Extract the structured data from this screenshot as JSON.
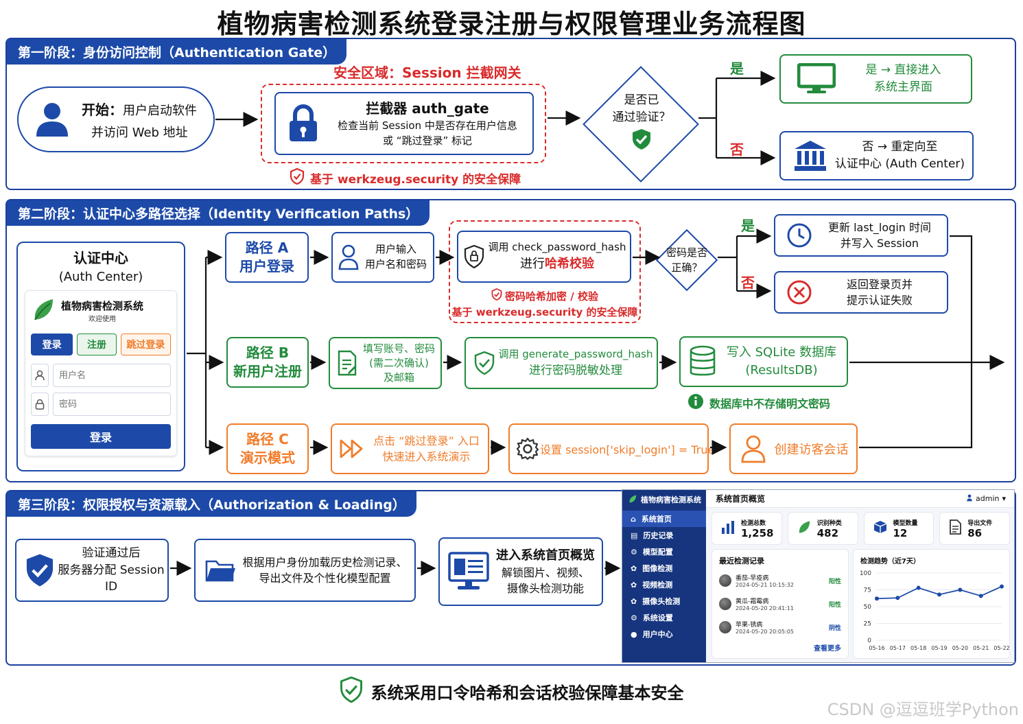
{
  "title": "植物病害检测系统登录注册与权限管理业务流程图",
  "stage1": {
    "header": "第一阶段：身份访问控制（Authentication Gate）",
    "start_bold": "开始：",
    "start_line1": "用户启动软件",
    "start_line2": "并访问 Web 地址",
    "zone_label": "安全区域：Session 拦截网关",
    "gate_title": "拦截器   auth_gate",
    "gate_line1": "检查当前 Session 中是否存在用户信息",
    "gate_line2": "或 “跳过登录” 标记",
    "gate_note": "基于 werkzeug.security 的安全保障",
    "decision_line1": "是否已",
    "decision_line2": "通过验证？",
    "yes": "是",
    "no": "否",
    "yes_line1": "是 → 直接进入",
    "yes_line2": "系统主界面",
    "no_line1": "否 → 重定向至",
    "no_line2": "认证中心 (Auth Center)"
  },
  "stage2": {
    "header": "第二阶段：认证中心多路径选择（Identity Verification Paths）",
    "auth_title": "认证中心",
    "auth_subtitle": "(Auth Center)",
    "mock": {
      "app_name": "植物病害检测系统",
      "welcome": "欢迎使用",
      "tab_login": "登录",
      "tab_register": "注册",
      "tab_skip": "跳过登录",
      "username_placeholder": "用户名",
      "password_placeholder": "密码",
      "submit": "登录"
    },
    "path_a_line1": "路径 A",
    "path_a_line2": "用户登录",
    "a_input_line1": "用户输入",
    "a_input_line2": "用户名和密码",
    "a_check_line1": "调用 check_password_hash",
    "a_check_prefix": "进行",
    "a_check_highlight": "哈希校验",
    "a_note1": "密码哈希加密 / 校验",
    "a_note2": "基于 werkzeug.security 的安全保障",
    "a_decision_line1": "密码是否",
    "a_decision_line2": "正确？",
    "yes": "是",
    "no": "否",
    "a_yes_line1": "更新 last_login 时间",
    "a_yes_line2": "并写入 Session",
    "a_no_line1": "返回登录页并",
    "a_no_line2": "提示认证失败",
    "path_b_line1": "路径 B",
    "path_b_line2": "新用户注册",
    "b_fill_line1": "填写账号、密码",
    "b_fill_line2": "(需二次确认)",
    "b_fill_line3": "及邮箱",
    "b_gen_line1": "调用 generate_password_hash",
    "b_gen_line2": "进行密码脱敏处理",
    "b_db_line1": "写入 SQLite 数据库",
    "b_db_line2": "(ResultsDB)",
    "b_note": "数据库中不存储明文密码",
    "path_c_line1": "路径 C",
    "path_c_line2": "演示模式",
    "c_click_line1": "点击 “跳过登录” 入口",
    "c_click_line2": "快速进入系统演示",
    "c_set": "设置 session['skip_login'] = True",
    "c_guest": "创建访客会话"
  },
  "stage3": {
    "header": "第三阶段：权限授权与资源载入（Authorization & Loading）",
    "s1_line1": "验证通过后",
    "s1_line2": "服务器分配 Session ID",
    "s2_line1": "根据用户身份加载历史检测记录、",
    "s2_line2": "导出文件及个性化模型配置",
    "s3_line1": "进入系统首页概览",
    "s3_line2": "解锁图片、视频、",
    "s3_line3": "摄像头检测功能"
  },
  "dashboard": {
    "app_name": "植物病害检测系统",
    "page_title": "系统首页概览",
    "user": "admin",
    "menu": [
      "系统首页",
      "历史记录",
      "模型配置",
      "图像检测",
      "视频检测",
      "摄像头检测",
      "系统设置",
      "用户中心"
    ],
    "menu_icons": [
      "home-icon",
      "history-icon",
      "model-config-icon",
      "image-detect-icon",
      "video-detect-icon",
      "camera-detect-icon",
      "settings-icon",
      "user-icon"
    ],
    "stats": [
      {
        "label": "检测总数",
        "value": "1,258",
        "icon": "bar-chart-icon"
      },
      {
        "label": "识别种类",
        "value": "482",
        "icon": "leaf-icon"
      },
      {
        "label": "模型数量",
        "value": "12",
        "icon": "cube-icon"
      },
      {
        "label": "导出文件",
        "value": "86",
        "icon": "file-icon"
      }
    ],
    "recent_title": "最近检测记录",
    "records": [
      {
        "name": "番茄-早疫病",
        "time": "2024-05-21 10:15:32",
        "result": "阳性"
      },
      {
        "name": "黄瓜-霜霉病",
        "time": "2024-05-20 20:41:11",
        "result": "阳性"
      },
      {
        "name": "苹果-锈病",
        "time": "2024-05-20 20:05:05",
        "result": "阴性"
      }
    ],
    "more": "查看更多",
    "trend_title": "检测趋势（近7天）",
    "chart_data": {
      "type": "line",
      "title": "检测趋势（近7天）",
      "categories": [
        "05-16",
        "05-17",
        "05-18",
        "05-19",
        "05-20",
        "05-21",
        "05-22"
      ],
      "values": [
        62,
        63,
        78,
        68,
        75,
        66,
        80
      ],
      "yticks": [
        "100",
        "75",
        "50",
        "25",
        "0"
      ],
      "ylim": [
        0,
        100
      ],
      "color": "#1d4aa8"
    }
  },
  "footer": "系统采用口令哈希和会话校验保障基本安全",
  "watermark": "CSDN @逗逗班学Python"
}
